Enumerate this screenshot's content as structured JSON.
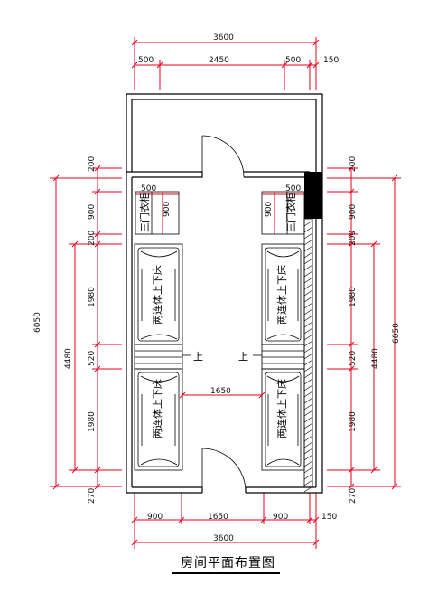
{
  "dims_top": {
    "overall": "3600",
    "seg1": "500",
    "seg2": "2450",
    "seg3": "500",
    "seg4": "150"
  },
  "dims_bottom": {
    "seg1": "900",
    "seg2": "1650",
    "seg3": "900",
    "seg4": "150",
    "overall": "3600"
  },
  "dims_left": {
    "top": "200",
    "wardrobe": "900",
    "gap": "200",
    "bed1": "1980",
    "ladder": "520",
    "bed2": "1980",
    "bottom": "270",
    "beds_total": "4480",
    "overall": "6050"
  },
  "dims_right": {
    "top": "200",
    "wardrobe": "900",
    "gap": "200",
    "bed1": "1980",
    "ladder": "520",
    "bed2": "1980",
    "bottom": "270",
    "beds_total": "4480",
    "overall": "6050"
  },
  "wardrobe": {
    "label": "三门衣柜",
    "width": "500",
    "depth": "900"
  },
  "bed_label": "两连体上下床",
  "stair_label": "上",
  "aisle_width": "1650",
  "title": "房间平面布置图"
}
